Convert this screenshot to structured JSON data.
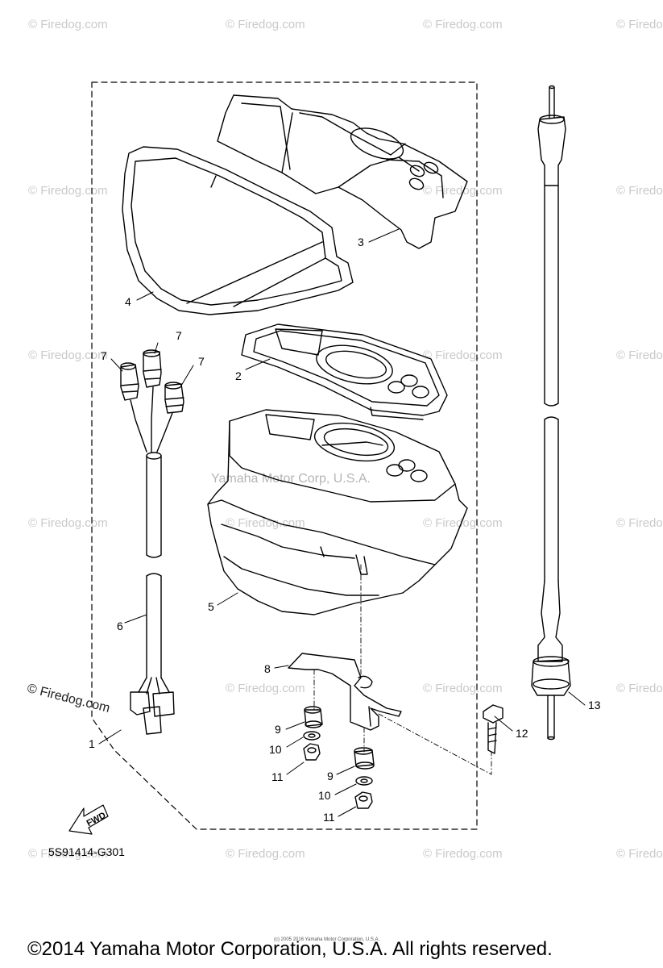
{
  "watermarks": {
    "text": "© Firedog.com",
    "center_text": "Yamaha Motor Corp, U.S.A.",
    "dark_text": "© Firedog.com"
  },
  "parts": {
    "p1": "1",
    "p2": "2",
    "p3": "3",
    "p4": "4",
    "p5": "5",
    "p6": "6",
    "p7a": "7",
    "p7b": "7",
    "p7c": "7",
    "p8": "8",
    "p9a": "9",
    "p9b": "9",
    "p10a": "10",
    "p10b": "10",
    "p11a": "11",
    "p11b": "11",
    "p12": "12",
    "p13": "13"
  },
  "direction_label": "FWD",
  "diagram_code": "5S91414-G301",
  "tiny_copyright": "(c) 2005 2016 Yamaha Motor Corporation, U.S.A.",
  "footer": "©2014 Yamaha Motor Corporation, U.S.A. All rights reserved.",
  "colors": {
    "ink": "#000000",
    "watermark": "#c9c9c9"
  }
}
